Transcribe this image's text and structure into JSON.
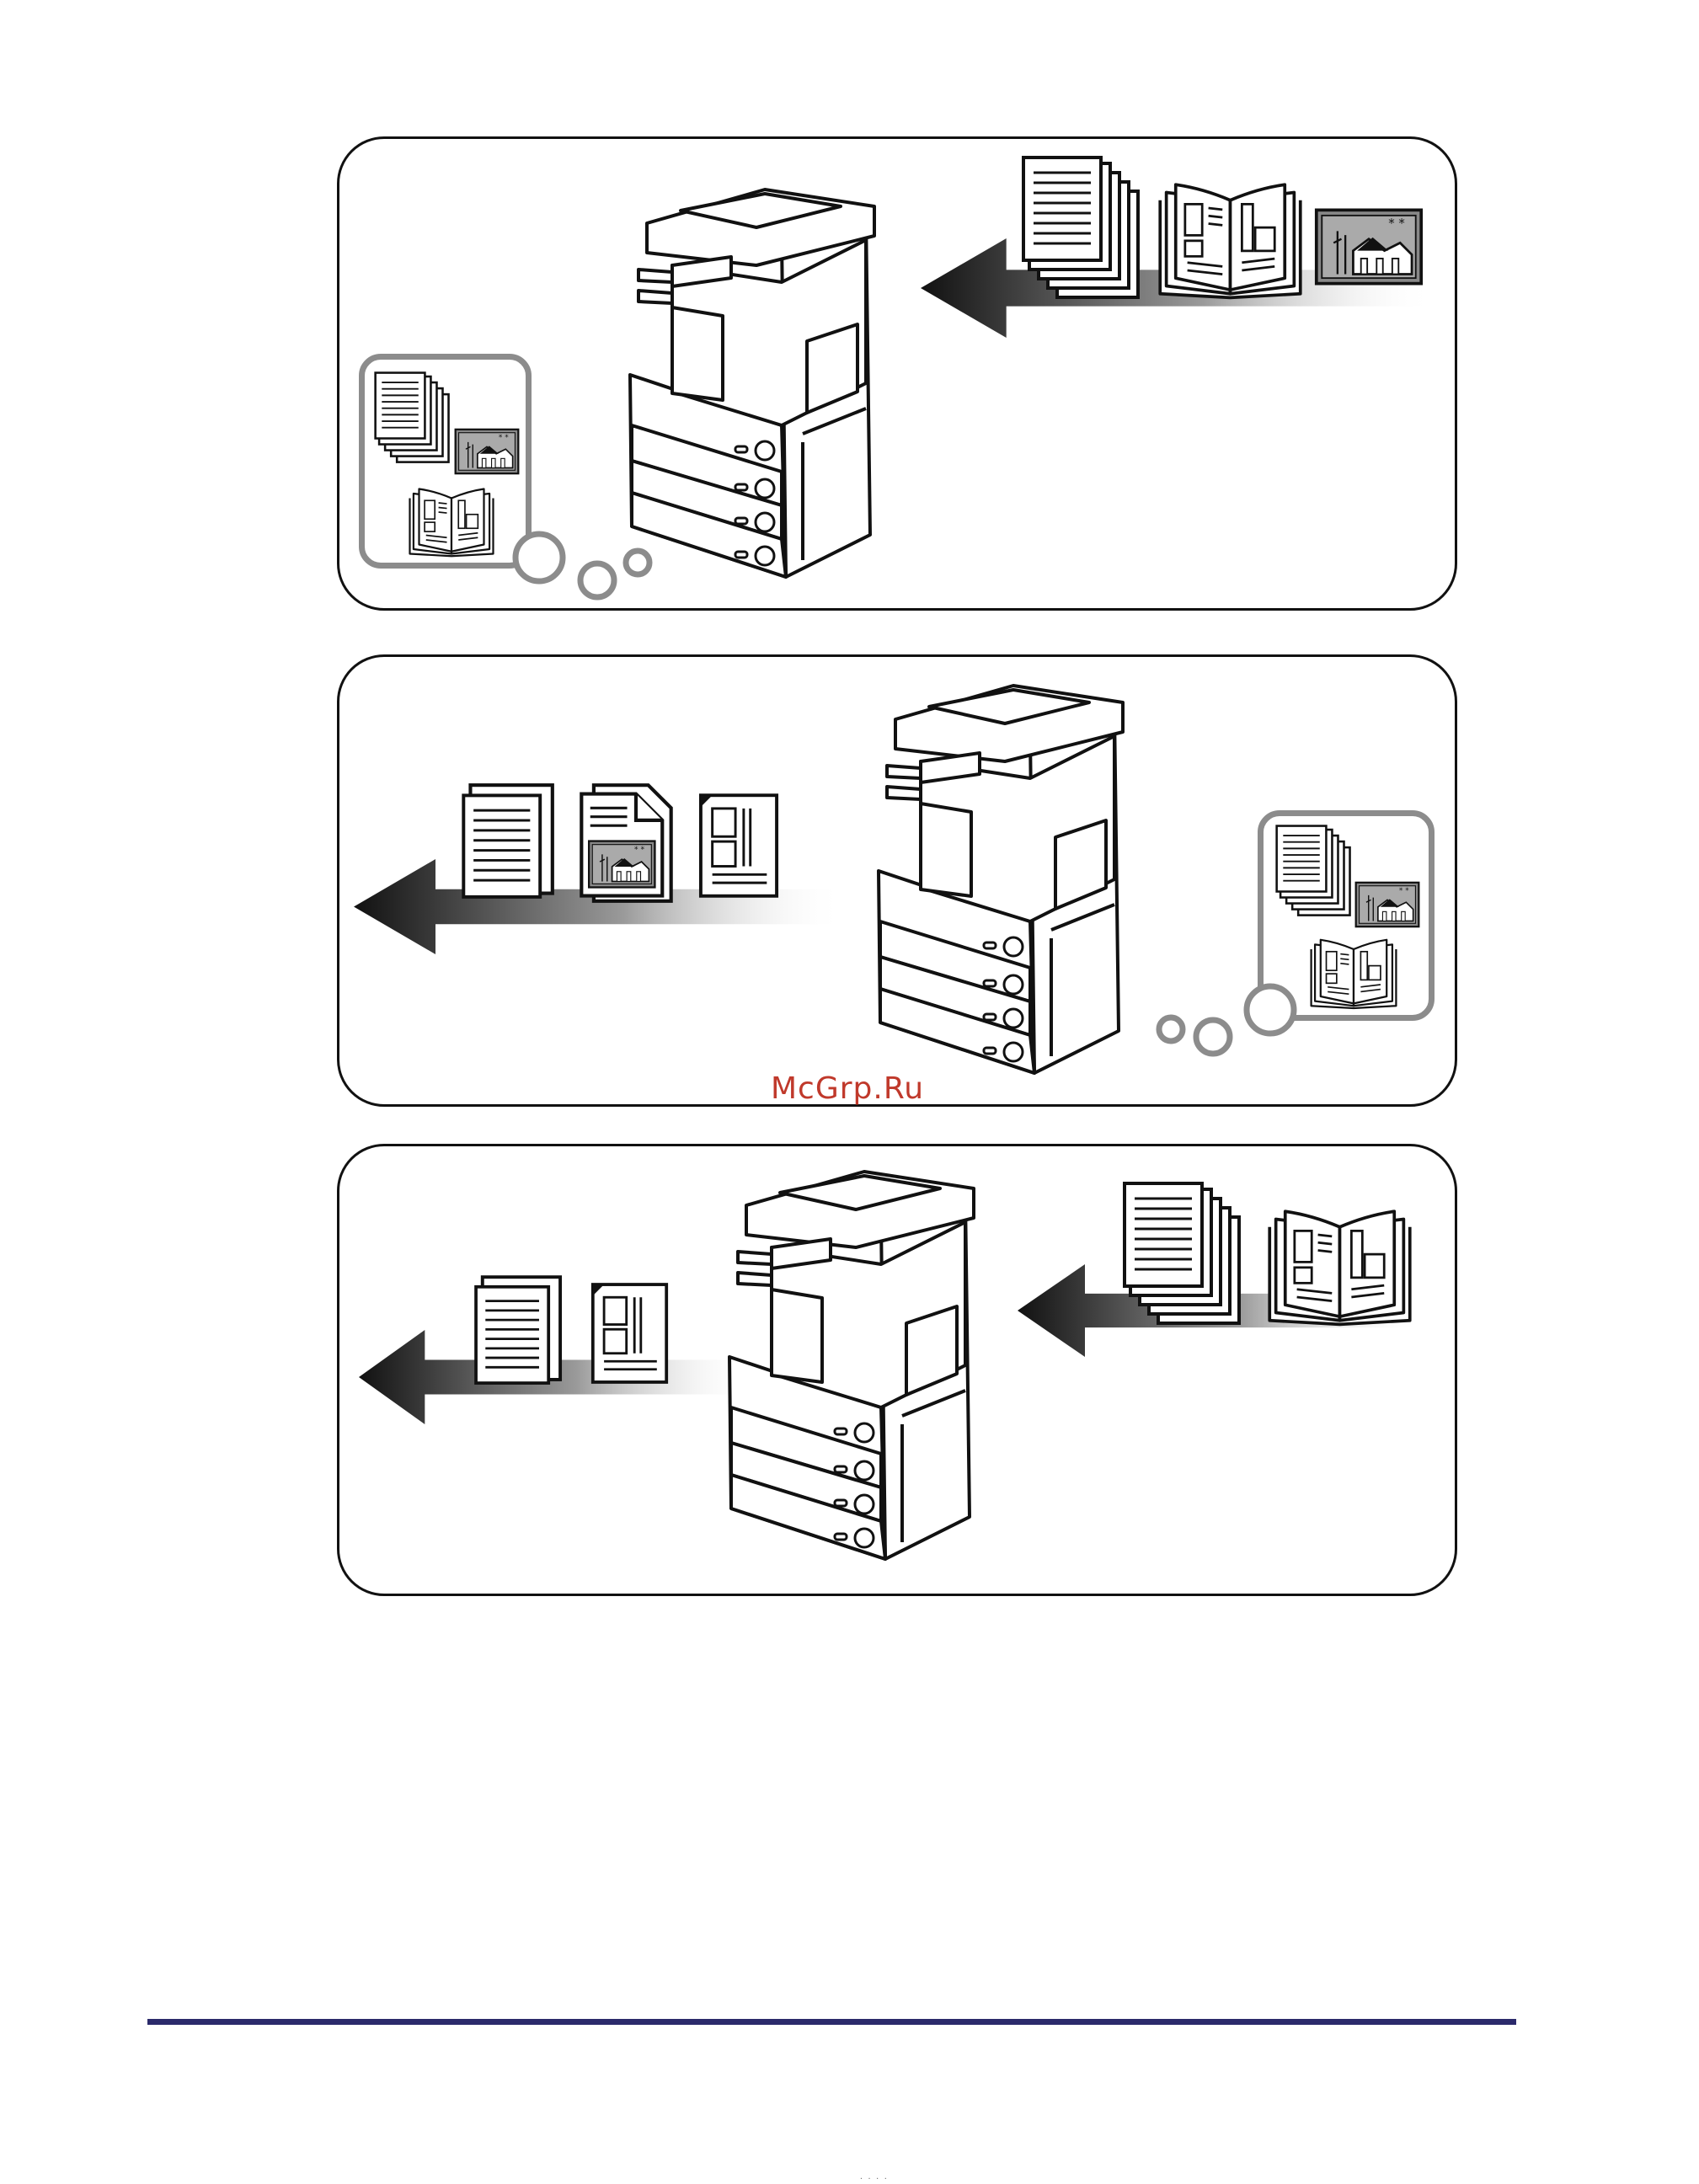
{
  "watermark": {
    "text": "McGrp.Ru",
    "color": "#c0392b"
  },
  "footer": {
    "rule_color": "#2b2a6b",
    "page_marks": "· ·  ·  ·"
  },
  "colors": {
    "outline": "#111111",
    "bubble": "#8c8c8c",
    "arrow_dark": "#111111",
    "arrow_light": "#ffffff"
  },
  "panels": [
    {
      "name": "panel-scan-input",
      "arrow_direction": "left",
      "icons": [
        "printer-icon",
        "document-stack-icon",
        "open-book-icon",
        "photo-icon",
        "thought-bubble-icon"
      ]
    },
    {
      "name": "panel-print-output",
      "arrow_direction": "left",
      "icons": [
        "printer-icon",
        "document-stack-icon",
        "photo-document-icon",
        "layout-page-icon",
        "thought-bubble-icon"
      ]
    },
    {
      "name": "panel-copy",
      "arrow_direction": "left",
      "icons": [
        "printer-icon",
        "document-stack-icon",
        "open-book-icon",
        "layout-page-icon"
      ]
    }
  ]
}
